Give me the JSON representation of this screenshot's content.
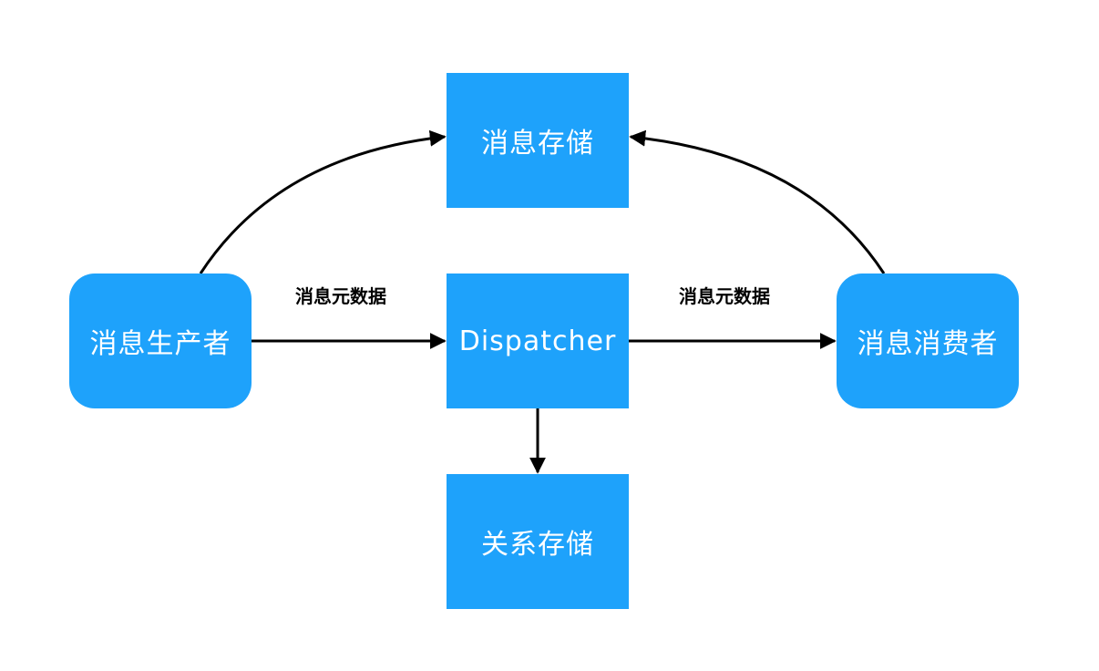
{
  "nodes": {
    "storage": "消息存储",
    "producer": "消息生产者",
    "dispatcher": "Dispatcher",
    "consumer": "消息消费者",
    "relation_storage": "关系存储"
  },
  "edge_labels": {
    "producer_to_dispatcher": "消息元数据",
    "dispatcher_to_consumer": "消息元数据"
  },
  "colors": {
    "node_fill": "#1ea2fb",
    "node_text": "#ffffff",
    "edge": "#000000"
  }
}
